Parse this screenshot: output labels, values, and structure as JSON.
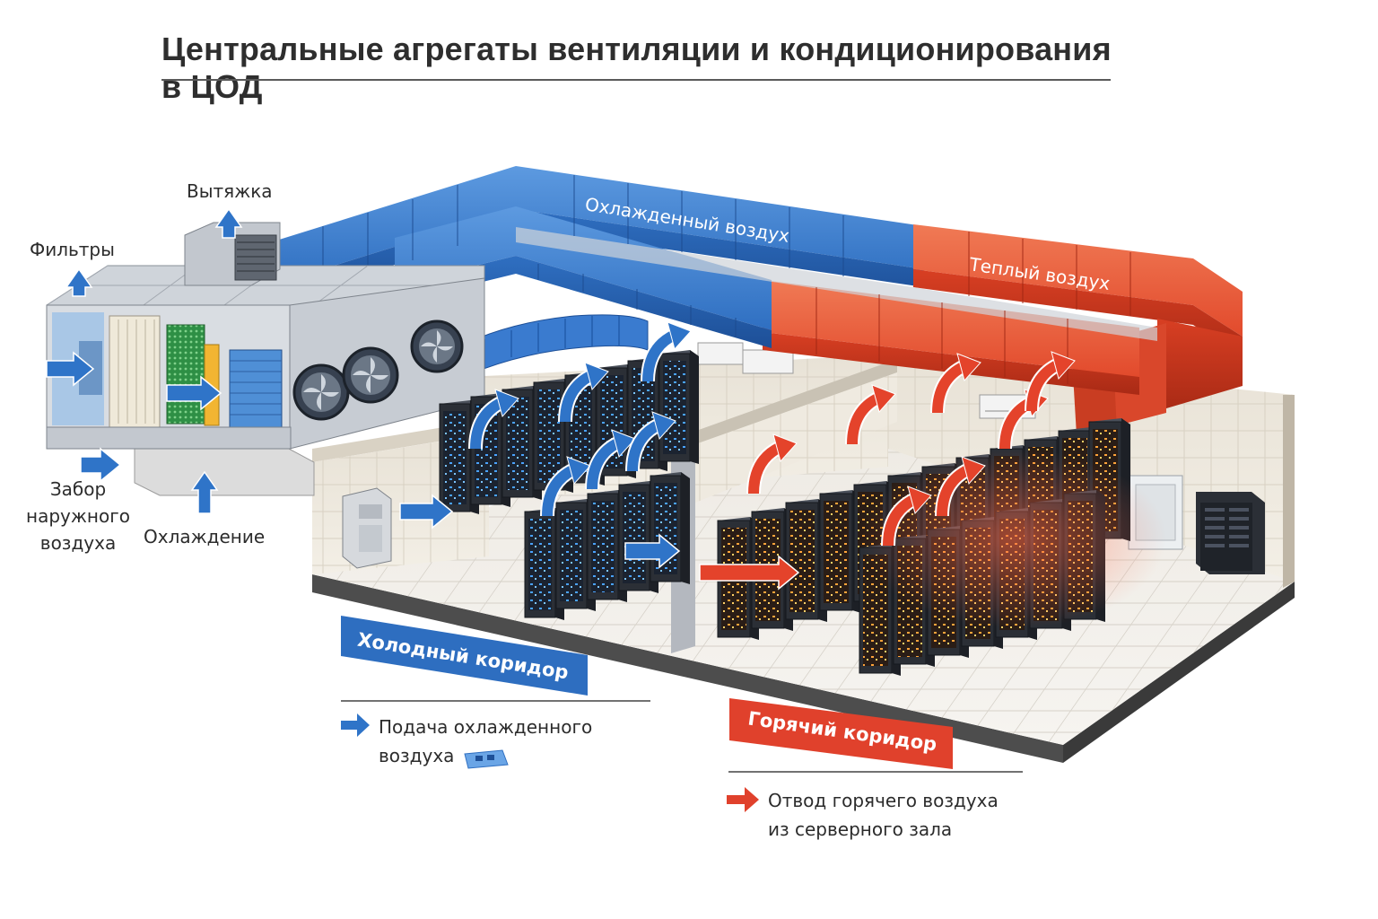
{
  "title": "Центральные агрегаты вентиляции и кондиционирования в ЦОД",
  "labels": {
    "exhaust": "Вытяжка",
    "filters": "Фильтры",
    "intake_line1": "Забор",
    "intake_line2": "наружного",
    "intake_line3": "воздуха",
    "cooling": "Охлаждение",
    "cooled_air_duct": "Охлажденный воздух",
    "warm_air_duct": "Теплый воздух"
  },
  "zones": {
    "cold_aisle": "Холодный коридор",
    "hot_aisle": "Горячий коридор"
  },
  "legend": {
    "supply_line1": "Подача охлажденного",
    "supply_line2": "воздуха",
    "exhaust_line1": "Отвод горячего воздуха",
    "exhaust_line2": "из серверного зала"
  },
  "colors": {
    "cold": "#2f74c8",
    "hot": "#e4432b",
    "duct_blue": "#3c7fcf",
    "duct_red": "#e25434",
    "rack": "#2b2f36"
  },
  "icons": [
    "arrow-up-icon",
    "arrow-right-icon",
    "fan-icon",
    "filter-icon",
    "server-rack-icon",
    "hot-air-arrow-icon",
    "cold-air-arrow-icon"
  ]
}
